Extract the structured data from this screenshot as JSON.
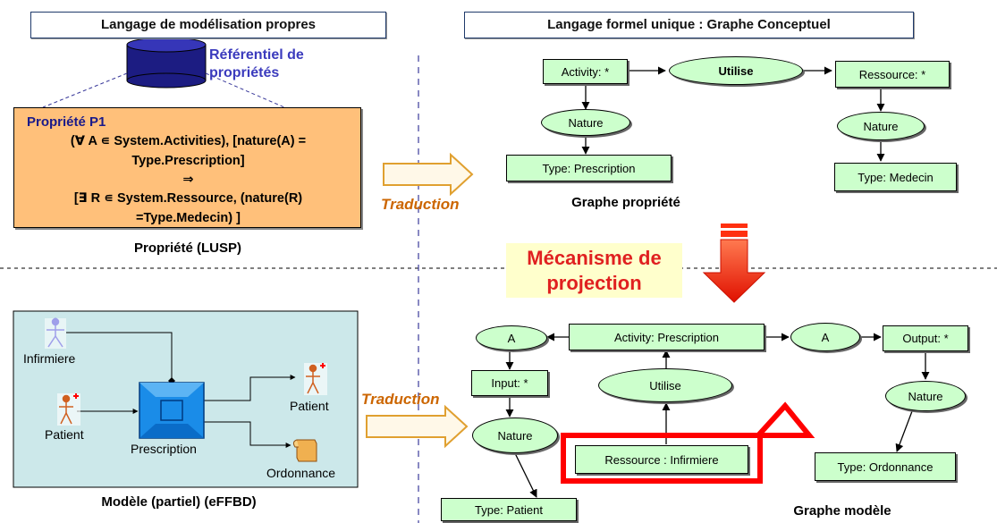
{
  "headers": {
    "left": "Langage de modélisation propres",
    "right": "Langage formel unique : Graphe Conceptuel"
  },
  "referentiel": {
    "line1": "Référentiel de",
    "line2": "propriétés"
  },
  "property": {
    "title": "Propriété P1",
    "lines": [
      "(∀ A ∊ System.Activities), [nature(A) =",
      "Type.Prescription]",
      "⇒",
      "[∃ R ∊ System.Ressource, (nature(R)",
      "=Type.Medecin) ]"
    ]
  },
  "captions": {
    "property": "Propriété (LUSP)",
    "graphe_propriete": "Graphe propriété",
    "model": "Modèle (partiel)  (eFFBD)",
    "graphe_modele": "Graphe modèle"
  },
  "traduction": "Traduction",
  "mecanisme": {
    "line1": "Mécanisme de",
    "line2": "projection"
  },
  "prop_graph": {
    "activity": "Activity: *",
    "utilise": "Utilise",
    "ressource": "Ressource: *",
    "nature1": "Nature",
    "nature2": "Nature",
    "type_prescription": "Type: Prescription",
    "type_medecin": "Type: Medecin"
  },
  "model_graph": {
    "a_left": "A",
    "activity": "Activity: Prescription",
    "a_right": "A",
    "output": "Output: *",
    "input": "Input: *",
    "utilise": "Utilise",
    "nature_left": "Nature",
    "nature_right": "Nature",
    "ressource": "Ressource : Infirmiere",
    "type_ordonnance": "Type: Ordonnance",
    "type_patient": "Type: Patient"
  },
  "effbd": {
    "infirmiere": "Infirmiere",
    "patient_in": "Patient",
    "prescription": "Prescription",
    "patient_out": "Patient",
    "ordonnance": "Ordonnance"
  },
  "colors": {
    "node_fill": "#ccffcc",
    "property_fill": "#ffc07a",
    "effbd_bg": "#cce8ea",
    "traduction": "#cc6600",
    "alert_red": "#ff0000"
  }
}
